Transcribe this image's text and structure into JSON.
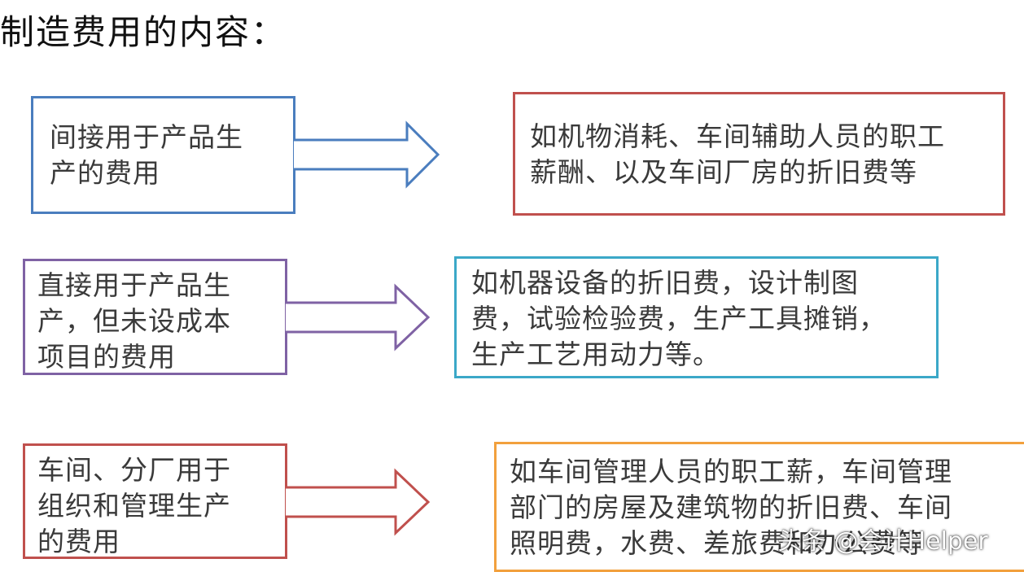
{
  "title": "制造费用的内容：",
  "colors": {
    "blue": "#4a7dbe",
    "red": "#c0504d",
    "purple": "#7f62a4",
    "cyan": "#3ba8c8",
    "orange": "#f2a03d"
  },
  "rows": [
    {
      "category_lines": [
        "间接用于产品生",
        "产的费用"
      ],
      "example_lines": [
        "如机物消耗、车间辅助人员的职工",
        "薪酬、以及车间厂房的折旧费等"
      ]
    },
    {
      "category_lines": [
        "直接用于产品生",
        "产，但未设成本",
        "项目的费用"
      ],
      "example_lines": [
        "如机器设备的折旧费，设计制图",
        "费，试验检验费，生产工具摊销，",
        "生产工艺用动力等。"
      ]
    },
    {
      "category_lines": [
        "车间、分厂用于",
        "组织和管理生产",
        "的费用"
      ],
      "example_lines": [
        "如车间管理人员的职工薪，车间管理",
        "部门的房屋及建筑物的折旧费、车间",
        "照明费，水费、差旅费和办公费等"
      ]
    }
  ],
  "watermark": "头条 @会计Helper"
}
